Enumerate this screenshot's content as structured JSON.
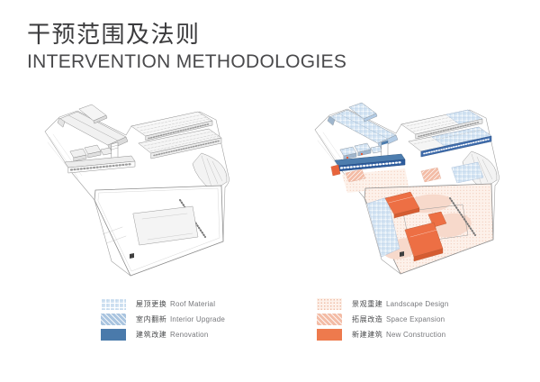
{
  "title": {
    "zh": "干预范围及法则",
    "en": "INTERVENTION METHODOLOGIES"
  },
  "legend_left": {
    "items": [
      {
        "zh": "屋顶更换",
        "en": "Roof Material",
        "color": "#d5e5f3",
        "swatch": "blue-grid-pattern"
      },
      {
        "zh": "室内翻新",
        "en": "Interior Upgrade",
        "color": "#a9c4df",
        "swatch": "blue-hatch-pattern"
      },
      {
        "zh": "建筑改建",
        "en": "Renovation",
        "color": "#4a7aab",
        "swatch": "blue-solid"
      }
    ]
  },
  "legend_right": {
    "items": [
      {
        "zh": "景观重建",
        "en": "Landscape Design",
        "color": "#fdf1ea",
        "swatch": "pink-dot-pattern"
      },
      {
        "zh": "拓展改造",
        "en": "Space Expansion",
        "color": "#f3bca6",
        "swatch": "salmon-hatch-pattern"
      },
      {
        "zh": "新建建筑",
        "en": "New Construction",
        "color": "#ee7a4d",
        "swatch": "orange-solid"
      }
    ]
  }
}
